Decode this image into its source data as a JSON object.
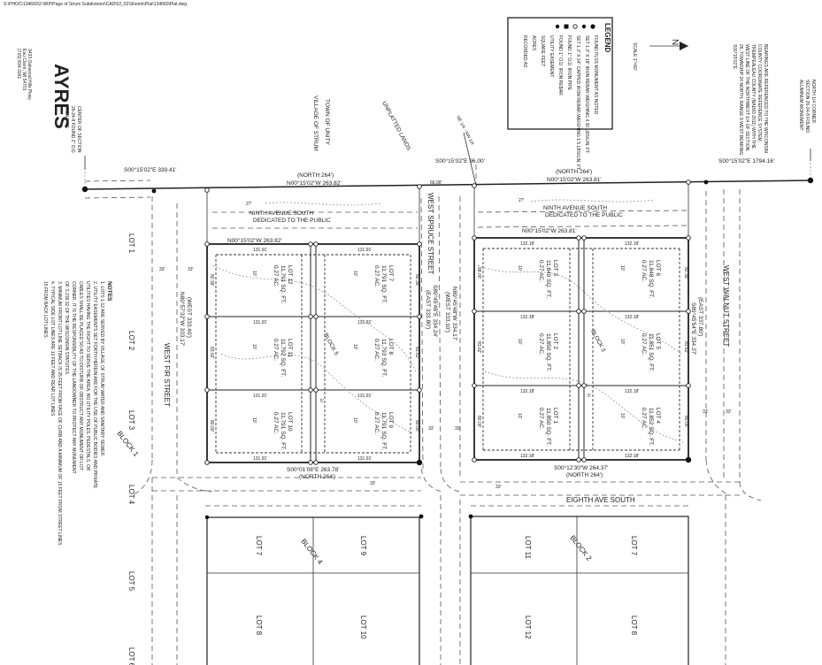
{
  "header": {
    "file_path": "S:\\PHOC\\134660\\2-WIP\\Page of Strum Subdivision\\CAD\\02_52\\Sheets\\Plat\\134660\\Plat.dwg",
    "firm_name": "AYRES",
    "firm_address": [
      "3433 Oakwood Hills Pkwy.",
      "Eau Claire, WI 54701",
      "(715) 834-3161"
    ]
  },
  "legend": {
    "title": "LEGEND",
    "items": [
      {
        "symbol": "monument",
        "text": "FOUND PLSS MONUMENT AS NOTED"
      },
      {
        "symbol": "solid-dot",
        "text": "SET 1.3\" X 18\" IRON REBAR WEIGHING 4.30 LBS/LIN. FT."
      },
      {
        "symbol": "open-dot",
        "text": "SET 1.3\" X 24\" CAPPED IRON REBAR WEIGHING 1.5 LBS/LIN. FT."
      },
      {
        "symbol": "square",
        "text": "FOUND 1\" O.D. IRON PIPE"
      },
      {
        "symbol": "circle",
        "text": "FOUND 1\" O.D. IRON REBAR"
      },
      {
        "symbol": "ue",
        "text": "UTILITY EASEMENT"
      },
      {
        "symbol": "sf",
        "text": "SQUARE FEET"
      },
      {
        "symbol": "ac",
        "text": "ACRES"
      },
      {
        "symbol": "rec",
        "text": "RECORDED AS"
      }
    ]
  },
  "north": {
    "label": "N",
    "scale_text": "SCALE 1\"=60'"
  },
  "bearing_note": "BEARINGS ARE REFERENCED TO THE WISCONSIN COUNTY COORDINATE REFERENCE SYSTEM, TREMPEALEAU COUNTY (NAD83 2011) WITH THE WEST LINE OF THE NORTHWEST 1/4 OF SECTION 26, TOWNSHIP 24 NORTH, RANGE 8 WEST BEARING S00°15'02\"E",
  "corners": {
    "left": "CENTER OF SECTION 26-24-8 FOUND 2\" O.D. IRON PIPE",
    "right": "NORTH 1/4 CORNER SECTION 26-24-8 FOUND ALUMINUM MONUMENT"
  },
  "jurisdiction": {
    "town": "TOWN OF UNITY",
    "village": "VILLAGE OF STRUM",
    "unplatted": "UNPLATTED LANDS",
    "ne_quarter": "NE 1/4 - NW 1/4"
  },
  "section_line": {
    "seg_left": "S00°15'02\"E 339.41'",
    "seg_mid": "S00°15'02\"E 96.00'",
    "seg_right": "S00°15'02\"E 1794.16'",
    "rec_west": "(NORTH 264')",
    "brg_west": "N00°15'02\"W 263.82'",
    "rec_east": "(NORTH 264')",
    "brg_east": "N00°15'02\"W 263.81'"
  },
  "streets": {
    "ninth_ave": [
      "NINTH AVENUE SOUTH",
      "DEDICATED TO THE PUBLIC"
    ],
    "west_fir": "WEST FIR STREET",
    "west_spruce": "WEST SPRUCE STREET",
    "west_walnut": "WEST WALNUT STREET",
    "eighth_ave": "EIGHTH AVE SOUTH",
    "fir_course": "N89°57'32\"W 333.17'",
    "fir_rec": "(WEST 333.40')",
    "spruce_course": "S89°45'48\"E 334.24'",
    "spruce_rec": "(EAST 333.80')",
    "spruce_course_b": "N89°45'48\"W 334.17'",
    "spruce_rec_b": "(WEST 333.10')",
    "walnut_rec": "(EAST 337.80')",
    "walnut_course": "S89°45'54\"E 334.37'",
    "sw_label": "S00°01'08\"E 263.78'",
    "sw_rec": "(NORTH 264')",
    "se_label": "S00°12'30\"W 264.37'",
    "se_rec": "(NORTH 264')",
    "row_ne": "N00°15'02\"W 263.82'",
    "row_nw": "N00°15'02\"W 263.81'"
  },
  "dims": {
    "d131": "131.91'",
    "d132": "132.18'",
    "d33": "33'",
    "d66": "66.00'",
    "d88": "88.00'",
    "d80": "80.00'",
    "d83": "83.62'",
    "d82": "82.39'",
    "d27": "27'",
    "d5": "5'",
    "d10": "10'"
  },
  "block_labels": [
    "BLOCK 1",
    "BLOCK 2",
    "BLOCK 3",
    "BLOCK 4",
    "BLOCK 5"
  ],
  "new_lots": [
    {
      "name": "LOT 7",
      "area_sf": "11,791 SQ. FT.",
      "area_ac": "0.27 AC."
    },
    {
      "name": "LOT 8",
      "area_sf": "11,793 SQ. FT.",
      "area_ac": "0.27 AC."
    },
    {
      "name": "LOT 9",
      "area_sf": "11,791 SQ. FT.",
      "area_ac": "0.27 AC."
    },
    {
      "name": "LOT 10",
      "area_sf": "11,791 SQ. FT.",
      "area_ac": "0.27 AC."
    },
    {
      "name": "LOT 11",
      "area_sf": "11,792 SQ. FT.",
      "area_ac": "0.27 AC."
    },
    {
      "name": "LOT 12",
      "area_sf": "11,791 SQ. FT.",
      "area_ac": "0.27 AC."
    },
    {
      "name": "LOT 6",
      "area_sf": "11,848 SQ. FT.",
      "area_ac": "0.27 AC."
    },
    {
      "name": "LOT 5",
      "area_sf": "11,851 SQ. FT.",
      "area_ac": "0.27 AC."
    },
    {
      "name": "LOT 4",
      "area_sf": "11,852 SQ. FT.",
      "area_ac": "0.27 AC."
    },
    {
      "name": "LOT 1",
      "area_sf": "11,850 SQ. FT.",
      "area_ac": "0.27 AC."
    },
    {
      "name": "LOT 2",
      "area_sf": "11,850 SQ. FT.",
      "area_ac": "0.27 AC."
    },
    {
      "name": "LOT 3",
      "area_sf": "11,849 SQ. FT.",
      "area_ac": "0.27 AC."
    }
  ],
  "old_lots": [
    "LOT 1",
    "LOT 2",
    "LOT 3",
    "LOT 4",
    "LOT 5",
    "LOT 6",
    "LOT 7",
    "LOT 8",
    "LOT 9",
    "LOT 10",
    "LOT 11",
    "LOT 12"
  ],
  "notes": {
    "title": "NOTES",
    "items": [
      "1. LOTS 1-12 ARE SERVED BY VILLAGE OF STRUM WATER AND SANITARY SEWER.",
      "2. UTILITY EASEMENTS SET FORTH HEREIN ARE FOR THE USE OF PUBLIC BODIES AND PRIVATE",
      "   UTILITIES HAVING THE RIGHT TO SERVE THE AREA. NO UTILITY POLES, PEDESTALS, OR",
      "   CABLES SHALL BE PLACED SO AS TO DISTURB OR OBSTRUCT ANY MONUMENT OR LOT",
      "   CORNER. IT IS THE RESPONSIBILITY OF THE LANDOWNER TO PROTECT ANY MONUMENT",
      "   OF S 236.32 OF THE WISCONSIN STATUTES.",
      "3. MINIMUM FRONT LOT LINE SETBACK IS 25 FEET FROM FACE OF CURB AND A MINIMUM OF 15 FEET FROM STREET LINES.",
      "4. TYPICAL SIDE LOT LINES ARE 10 FEET AND REAR LOT LINES",
      "   15 FROM BACK LOT LINES."
    ]
  }
}
